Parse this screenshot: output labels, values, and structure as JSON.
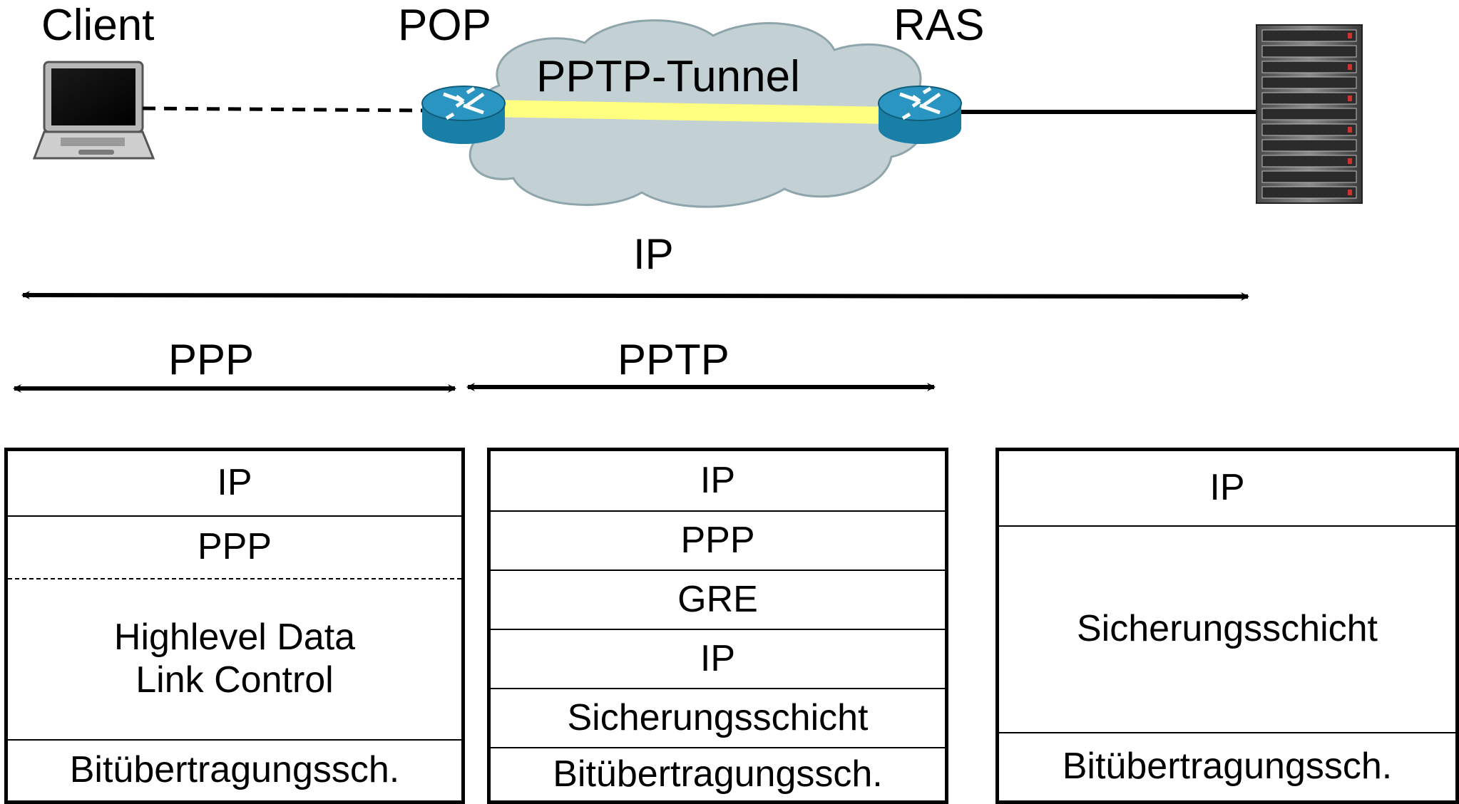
{
  "nodes": {
    "client": {
      "label": "Client",
      "icon": "laptop-icon"
    },
    "pop": {
      "label": "POP",
      "icon": "router-icon"
    },
    "ras": {
      "label": "RAS",
      "icon": "router-icon"
    },
    "server": {
      "icon": "server-rack-icon"
    }
  },
  "cloud": {
    "tunnel_label": "PPTP-Tunnel"
  },
  "spans": {
    "ip": "IP",
    "ppp": "PPP",
    "pptp": "PPTP"
  },
  "stacks": {
    "client": [
      "IP",
      "PPP",
      "Highlevel Data\nLink Control",
      "Bitübertragungssch."
    ],
    "pop": [
      "IP",
      "PPP",
      "GRE",
      "IP",
      "Sicherungsschicht",
      "Bitübertragungssch."
    ],
    "ras": [
      "IP",
      "Sicherungsschicht",
      "Bitübertragungssch."
    ]
  },
  "colors": {
    "cloud_fill": "#c3d1d4",
    "cloud_stroke": "#8ea6ab",
    "tunnel": "#ffff80",
    "router_body": "#1a7fa6",
    "router_top": "#2a95c0"
  }
}
